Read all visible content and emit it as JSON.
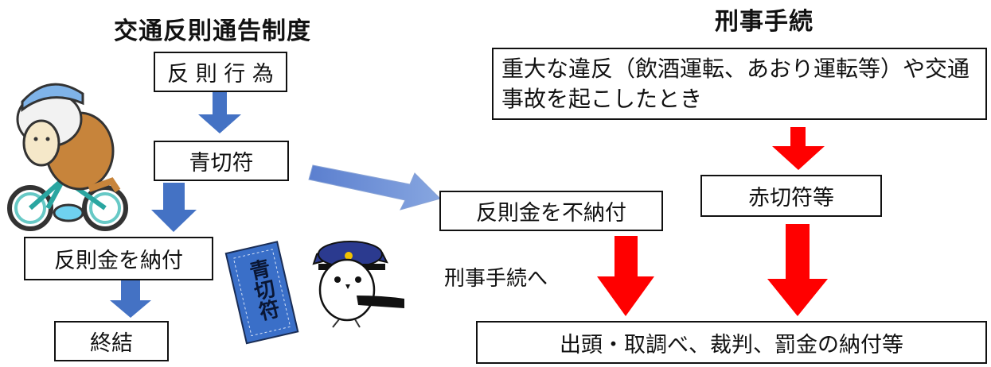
{
  "left": {
    "title": "交通反則通告制度",
    "steps": [
      "反 則 行 為",
      "青切符",
      "反則金を納付",
      "終結"
    ]
  },
  "right": {
    "title": "刑事手続",
    "condition": "重大な違反（飲酒運転、あおり運転等）や交通事故を起こしたとき",
    "red_ticket": "赤切符等",
    "outcome": "出頭・取調べ、裁判、罰金の納付等"
  },
  "middle": {
    "unpaid": "反則金を不納付",
    "to_criminal": "刑事手続へ"
  },
  "ticket_card": {
    "text": "青切符"
  },
  "colors": {
    "blue_arrow": "#4472c4",
    "red_arrow": "#ff0000",
    "ticket_blue": "#3a6fc8"
  }
}
